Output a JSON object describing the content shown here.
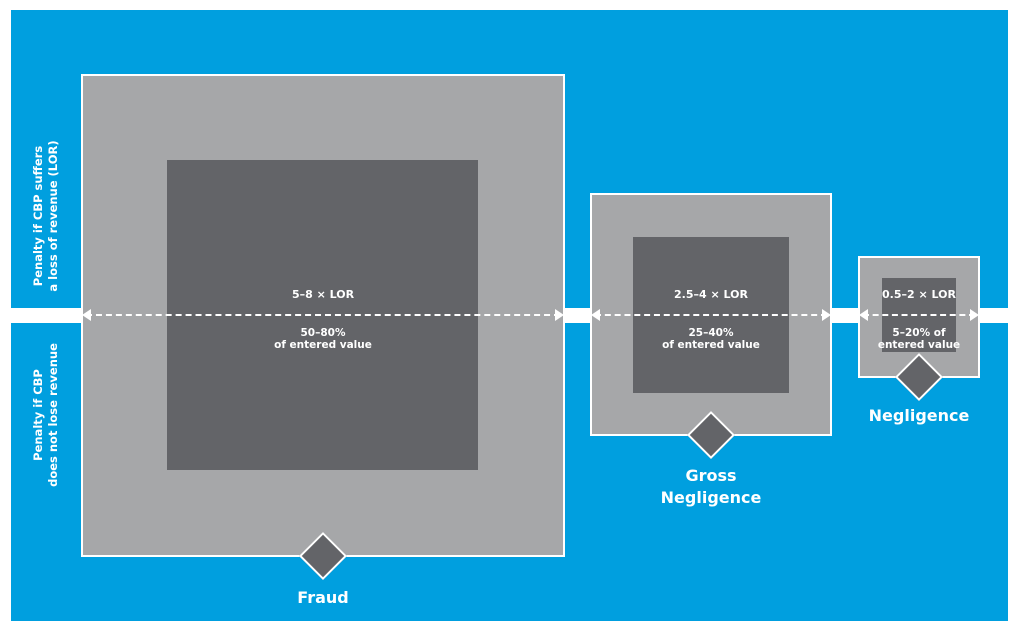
{
  "axis": {
    "top_label_line1": "Penalty if CBP suffers",
    "top_label_line2": "a loss of revenue (LOR)",
    "bottom_label_line1": "Penalty if CBP",
    "bottom_label_line2": "does not lose revenue"
  },
  "categories": {
    "fraud": {
      "name": "Fraud",
      "lor_penalty": "5–8 × LOR",
      "value_penalty": "50–80%",
      "value_suffix": "of entered value"
    },
    "gross_negligence": {
      "name_line1": "Gross",
      "name_line2": "Negligence",
      "lor_penalty": "2.5–4 × LOR",
      "value_penalty": "25–40%",
      "value_suffix": "of entered value"
    },
    "negligence": {
      "name": "Negligence",
      "lor_penalty": "0.5–2 × LOR",
      "value_penalty": "5–20% of",
      "value_suffix": "entered value"
    }
  },
  "colors": {
    "background_blue": "#009fdf",
    "outer_square": "#a6a7a9",
    "inner_square": "#636468"
  }
}
